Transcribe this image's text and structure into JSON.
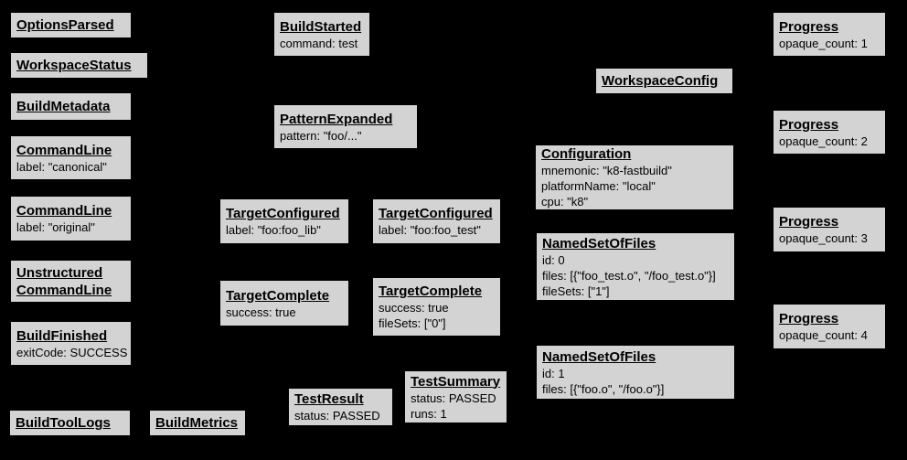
{
  "diagram": {
    "background_color": "#000000",
    "node_fill_color": "#d3d3d3",
    "node_border_color": "#000000",
    "node_text_color": "#000000",
    "nodes": [
      {
        "id": "options-parsed",
        "title": "OptionsParsed",
        "lines": []
      },
      {
        "id": "workspace-status",
        "title": "WorkspaceStatus",
        "lines": []
      },
      {
        "id": "build-metadata",
        "title": "BuildMetadata",
        "lines": []
      },
      {
        "id": "command-line-canonical",
        "title": "CommandLine",
        "lines": [
          "label: \"canonical\""
        ]
      },
      {
        "id": "command-line-original",
        "title": "CommandLine",
        "lines": [
          "label: \"original\""
        ]
      },
      {
        "id": "unstructured-command-line",
        "title": "Unstructured\nCommandLine",
        "lines": []
      },
      {
        "id": "build-finished",
        "title": "BuildFinished",
        "lines": [
          "exitCode: SUCCESS"
        ]
      },
      {
        "id": "build-tool-logs",
        "title": "BuildToolLogs",
        "lines": []
      },
      {
        "id": "build-metrics",
        "title": "BuildMetrics",
        "lines": []
      },
      {
        "id": "build-started",
        "title": "BuildStarted",
        "lines": [
          "command: test"
        ]
      },
      {
        "id": "pattern-expanded",
        "title": "PatternExpanded",
        "lines": [
          "pattern: \"foo/...\""
        ]
      },
      {
        "id": "target-configured-foo-lib",
        "title": "TargetConfigured",
        "lines": [
          "label: \"foo:foo_lib\""
        ]
      },
      {
        "id": "target-configured-foo-test",
        "title": "TargetConfigured",
        "lines": [
          "label: \"foo:foo_test\""
        ]
      },
      {
        "id": "target-complete-foo-lib",
        "title": "TargetComplete",
        "lines": [
          "success: true"
        ]
      },
      {
        "id": "target-complete-foo-test",
        "title": "TargetComplete",
        "lines": [
          "success: true",
          "fileSets: [\"0\"]"
        ]
      },
      {
        "id": "test-result",
        "title": "TestResult",
        "lines": [
          "status: PASSED"
        ]
      },
      {
        "id": "test-summary",
        "title": "TestSummary",
        "lines": [
          "status: PASSED",
          "runs: 1"
        ]
      },
      {
        "id": "workspace-config",
        "title": "WorkspaceConfig",
        "lines": []
      },
      {
        "id": "configuration",
        "title": "Configuration",
        "lines": [
          "mnemonic: \"k8-fastbuild\"",
          "platformName: \"local\"",
          "cpu: \"k8\""
        ]
      },
      {
        "id": "named-set-of-files-0",
        "title": "NamedSetOfFiles",
        "lines": [
          "id: 0",
          "files: [{\"foo_test.o\", \"/foo_test.o\"}]",
          "fileSets: [\"1\"]"
        ]
      },
      {
        "id": "named-set-of-files-1",
        "title": "NamedSetOfFiles",
        "lines": [
          "id: 1",
          "files: [{\"foo.o\", \"/foo.o\"}]"
        ]
      },
      {
        "id": "progress-1",
        "title": "Progress",
        "lines": [
          "opaque_count: 1"
        ]
      },
      {
        "id": "progress-2",
        "title": "Progress",
        "lines": [
          "opaque_count: 2"
        ]
      },
      {
        "id": "progress-3",
        "title": "Progress",
        "lines": [
          "opaque_count: 3"
        ]
      },
      {
        "id": "progress-4",
        "title": "Progress",
        "lines": [
          "opaque_count: 4"
        ]
      }
    ]
  }
}
